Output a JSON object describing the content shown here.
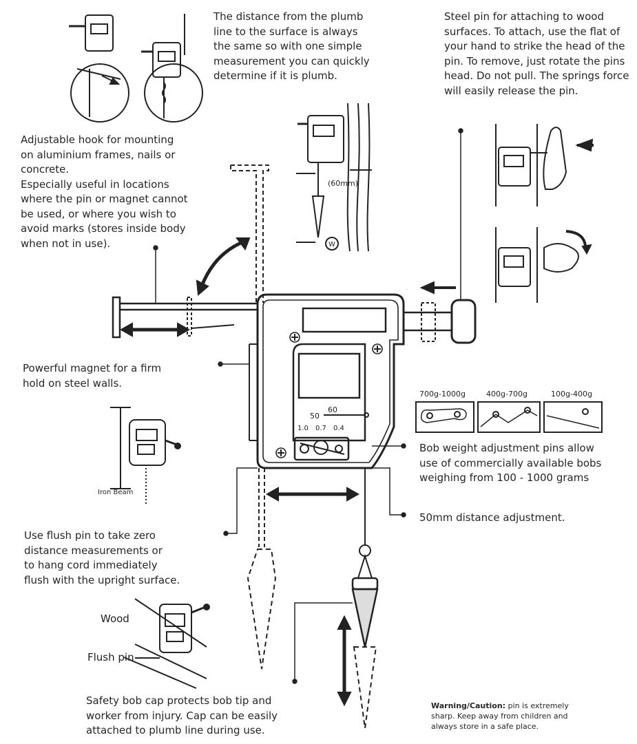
{
  "captions": {
    "plumb_distance": "The distance from the plumb\nline to the surface is always\nthe same so with one simple\nmeasurement you can quickly\ndetermine if it is plumb.",
    "steel_pin": "Steel pin for attaching to wood\nsurfaces. To attach, use the flat of\nyour hand to strike the head of the\npin. To remove, just rotate the pins\nhead. Do not pull. The springs force\nwill easily release the pin.",
    "adjustable_hook": "Adjustable hook for mounting\non aluminium frames, nails or\nconcrete.\nEspecially useful in locations\nwhere the pin or magnet cannot\nbe used, or where you wish to\navoid marks (stores inside body\nwhen not in use).",
    "magnet": "Powerful magnet for a firm\nhold on steel walls.",
    "bob_weight": "Bob weight adjustment pins allow\nuse of commercially available bobs\nweighing from 100 - 1000 grams",
    "distance_adjust": "50mm distance adjustment.",
    "flush_pin": "Use flush pin to take zero\ndistance measurements or\nto hang cord immediately\nflush with the upright surface.",
    "safety_cap": "Safety bob cap protects bob tip and\nworker from injury. Cap can be easily\nattached to plumb line during use."
  },
  "labels": {
    "gap_60mm": "(60mm)",
    "w_circle": "W",
    "iron_beam": "Iron Beam",
    "wood": "Wood",
    "flush_pin": "Flush pin",
    "scale_60": "60",
    "scale_50": "50",
    "scale_10": "1.0",
    "scale_07": "0.7",
    "scale_04": "0.4"
  },
  "weights": [
    "700g-1000g",
    "400g-700g",
    "100g-400g"
  ],
  "warning": {
    "title": "Warning/Caution:",
    "text": " pin is extremely\nsharp. Keep away from children and\nalways store in a safe place."
  }
}
